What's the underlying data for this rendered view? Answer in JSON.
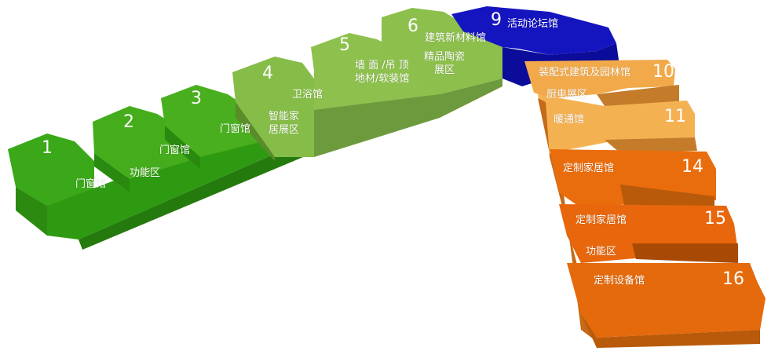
{
  "halls": [
    {
      "id": "h1",
      "number": "1",
      "label": "门窗馆"
    },
    {
      "id": "h2",
      "number": "2",
      "label": "门窗馆",
      "extra": "功能区"
    },
    {
      "id": "h3",
      "number": "3",
      "label": "门窗馆"
    },
    {
      "id": "h4",
      "number": "4",
      "label": "卫浴馆",
      "extra": "智能家\n居展区"
    },
    {
      "id": "h5",
      "number": "5",
      "label": "墙 面 /吊 顶\n地材/软装馆"
    },
    {
      "id": "h6",
      "number": "6",
      "label": "建筑新材料馆",
      "extra": "精品陶瓷\n展区"
    },
    {
      "id": "h9",
      "number": "9",
      "label": "活动论坛馆"
    },
    {
      "id": "h10",
      "number": "10",
      "label": "装配式建筑及园林馆",
      "extra": "厨电展区"
    },
    {
      "id": "h11",
      "number": "11",
      "label": "暖通馆"
    },
    {
      "id": "h14",
      "number": "14",
      "label": "定制家居馆"
    },
    {
      "id": "h15",
      "number": "15",
      "label": "定制家居馆",
      "extra": "功能区"
    },
    {
      "id": "h16",
      "number": "16",
      "label": "定制设备馆"
    }
  ],
  "colors": {
    "green_dark": "#2e9a12",
    "green_mid": "#5bb22a",
    "green_light": "#8cbf4c",
    "green_olive": "#6e9a3e",
    "blue": "#1010b8",
    "orange_light": "#f2a94a",
    "orange": "#e56a0c"
  }
}
